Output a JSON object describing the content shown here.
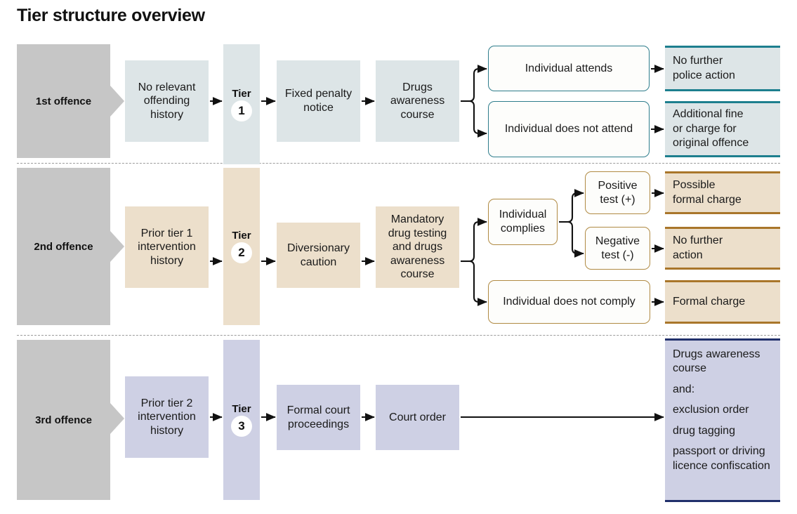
{
  "title": "Tier structure overview",
  "colors": {
    "offence_block": "#c6c6c6",
    "tier1_fill": "#dde5e7",
    "tier2_fill": "#ecdfcb",
    "tier3_fill": "#ced0e4",
    "tier1_rule": "#1d7f8e",
    "tier2_rule": "#a9762a",
    "tier3_rule": "#21306b",
    "divider": "#9a9a9a"
  },
  "rows": [
    {
      "offence_label": "1st offence",
      "history": "No relevant offending history",
      "tier_word": "Tier",
      "tier_number": "1",
      "steps": [
        "Fixed penalty notice",
        "Drugs awareness course"
      ],
      "branches": [
        {
          "label": "Individual attends",
          "outcome": [
            "No further",
            "police action"
          ]
        },
        {
          "label": "Individual does not attend",
          "outcome": [
            "Additional fine",
            "or charge for",
            "original offence"
          ]
        }
      ]
    },
    {
      "offence_label": "2nd offence",
      "history": "Prior tier 1 intervention history",
      "tier_word": "Tier",
      "tier_number": "2",
      "steps": [
        "Diversionary caution",
        "Mandatory drug testing and drugs awareness course"
      ],
      "branches": [
        {
          "label": "Individual complies",
          "sub": [
            {
              "label": "Positive test (+)",
              "outcome": [
                "Possible",
                "formal charge"
              ]
            },
            {
              "label": "Negative test (-)",
              "outcome": [
                "No further",
                "action"
              ]
            }
          ]
        },
        {
          "label": "Individual does not comply",
          "outcome": [
            "Formal charge"
          ]
        }
      ]
    },
    {
      "offence_label": "3rd offence",
      "history": "Prior tier 2 intervention history",
      "tier_word": "Tier",
      "tier_number": "3",
      "steps": [
        "Formal court proceedings",
        "Court order"
      ],
      "final_outcome": [
        "Drugs awareness course",
        "and:",
        "exclusion order",
        "drug tagging",
        "passport or driving licence confiscation"
      ]
    }
  ]
}
